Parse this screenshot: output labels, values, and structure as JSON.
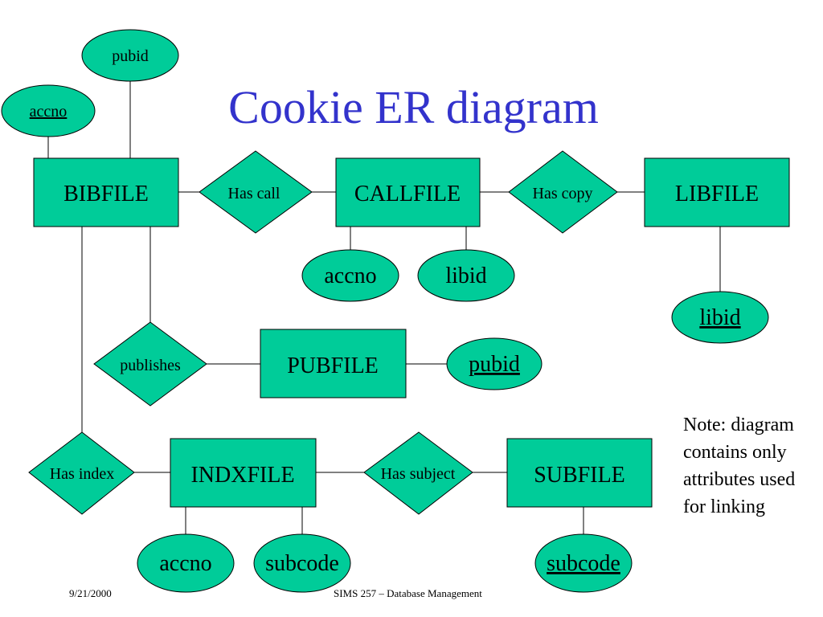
{
  "title": "Cookie ER diagram",
  "colors": {
    "fill": "#00cc99",
    "stroke": "#000000",
    "title": "#3333cc",
    "background": "#ffffff"
  },
  "entities": {
    "bibfile": "BIBFILE",
    "callfile": "CALLFILE",
    "libfile": "LIBFILE",
    "pubfile": "PUBFILE",
    "indxfile": "INDXFILE",
    "subfile": "SUBFILE"
  },
  "relationships": {
    "has_call": "Has call",
    "has_copy": "Has copy",
    "publishes": "publishes",
    "has_index": "Has index",
    "has_subject": "Has subject"
  },
  "attributes": {
    "bib_accno": "accno",
    "bib_pubid": "pubid",
    "call_accno": "accno",
    "call_libid": "libid",
    "lib_libid": "libid",
    "pub_pubid": "pubid",
    "indx_accno": "accno",
    "indx_subcode": "subcode",
    "sub_subcode": "subcode"
  },
  "note": [
    "Note: diagram",
    "contains only",
    "attributes used",
    "for linking"
  ],
  "footer": {
    "date": "9/21/2000",
    "course": "SIMS 257 – Database Management"
  }
}
